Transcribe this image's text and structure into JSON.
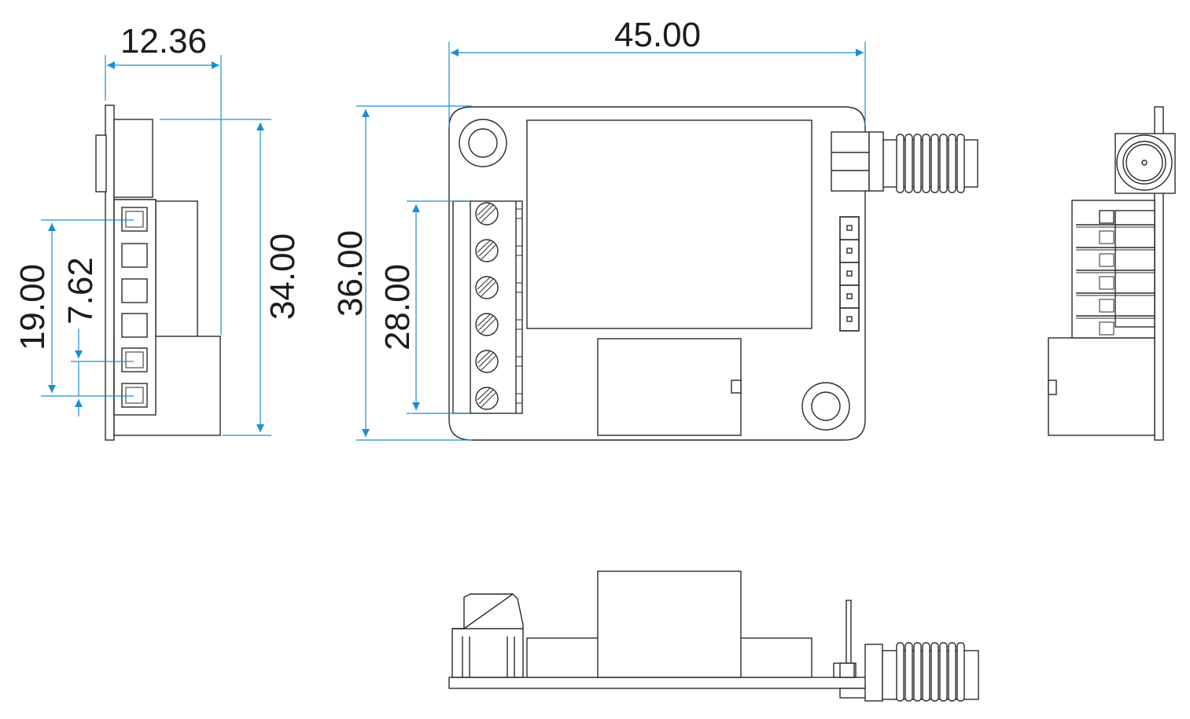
{
  "drawing": {
    "accent_color": "#1a8fd1",
    "line_color": "#2a2a2a",
    "dimensions": {
      "side_depth": "12.36",
      "side_height": "34.00",
      "terminal_span": "19.00",
      "terminal_pitch": "7.62",
      "board_width": "45.00",
      "board_height": "36.00",
      "terminal_block_length": "28.00"
    }
  }
}
